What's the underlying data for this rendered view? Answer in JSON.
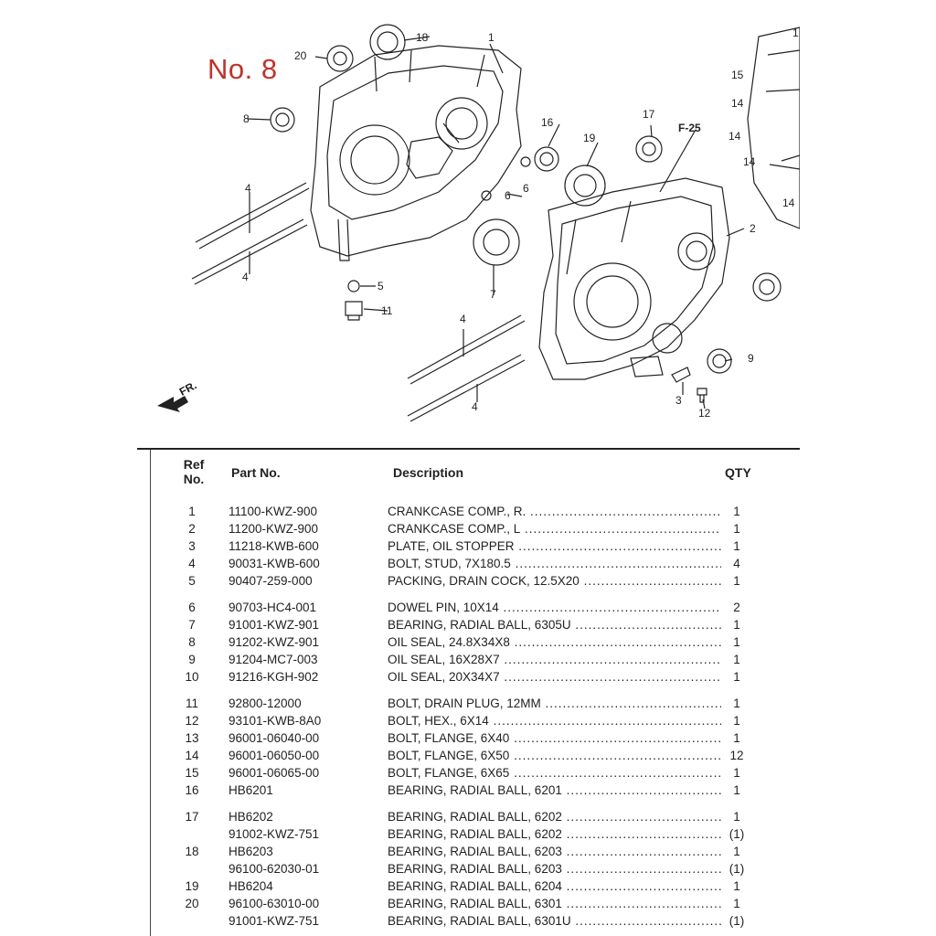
{
  "diagram": {
    "title": "No. 8",
    "arrow_label": "FR.",
    "ref_label": "F-25",
    "callouts": [
      "1",
      "2",
      "3",
      "4",
      "4",
      "4",
      "4",
      "5",
      "6",
      "6",
      "7",
      "8",
      "9",
      "11",
      "12",
      "14",
      "14",
      "14",
      "14",
      "15",
      "16",
      "17",
      "18",
      "19",
      "20",
      "1"
    ]
  },
  "table": {
    "headers": {
      "ref": "Ref No.",
      "part": "Part No.",
      "desc": "Description",
      "qty": "QTY"
    },
    "rows": [
      {
        "ref": "1",
        "part": "11100-KWZ-900",
        "desc": "CRANKCASE COMP., R.",
        "qty": "1"
      },
      {
        "ref": "2",
        "part": "11200-KWZ-900",
        "desc": "CRANKCASE COMP., L",
        "qty": "1"
      },
      {
        "ref": "3",
        "part": "11218-KWB-600",
        "desc": "PLATE, OIL STOPPER",
        "qty": "1"
      },
      {
        "ref": "4",
        "part": "90031-KWB-600",
        "desc": "BOLT, STUD, 7X180.5",
        "qty": "4"
      },
      {
        "ref": "5",
        "part": "90407-259-000",
        "desc": "PACKING, DRAIN COCK, 12.5X20",
        "qty": "1"
      },
      {
        "ref": "6",
        "part": "90703-HC4-001",
        "desc": "DOWEL PIN, 10X14",
        "qty": "2"
      },
      {
        "ref": "7",
        "part": "91001-KWZ-901",
        "desc": "BEARING, RADIAL BALL, 6305U",
        "qty": "1"
      },
      {
        "ref": "8",
        "part": "91202-KWZ-901",
        "desc": "OIL SEAL, 24.8X34X8",
        "qty": "1"
      },
      {
        "ref": "9",
        "part": "91204-MC7-003",
        "desc": "OIL SEAL, 16X28X7",
        "qty": "1"
      },
      {
        "ref": "10",
        "part": "91216-KGH-902",
        "desc": "OIL SEAL, 20X34X7",
        "qty": "1"
      },
      {
        "ref": "11",
        "part": "92800-12000",
        "desc": "BOLT, DRAIN PLUG, 12MM",
        "qty": "1"
      },
      {
        "ref": "12",
        "part": "93101-KWB-8A0",
        "desc": "BOLT, HEX., 6X14",
        "qty": "1"
      },
      {
        "ref": "13",
        "part": "96001-06040-00",
        "desc": "BOLT, FLANGE, 6X40",
        "qty": "1"
      },
      {
        "ref": "14",
        "part": "96001-06050-00",
        "desc": "BOLT, FLANGE, 6X50",
        "qty": "12"
      },
      {
        "ref": "15",
        "part": "96001-06065-00",
        "desc": "BOLT, FLANGE, 6X65",
        "qty": "1"
      },
      {
        "ref": "16",
        "part": "HB6201",
        "desc": "BEARING, RADIAL BALL, 6201",
        "qty": "1"
      },
      {
        "ref": "17",
        "part": "HB6202",
        "desc": "BEARING, RADIAL BALL, 6202",
        "qty": "1"
      },
      {
        "ref": "",
        "part": "91002-KWZ-751",
        "desc": "BEARING, RADIAL BALL, 6202",
        "qty": "(1)"
      },
      {
        "ref": "18",
        "part": "HB6203",
        "desc": "BEARING, RADIAL BALL, 6203",
        "qty": "1"
      },
      {
        "ref": "",
        "part": "96100-62030-01",
        "desc": "BEARING, RADIAL BALL, 6203",
        "qty": "(1)"
      },
      {
        "ref": "19",
        "part": "HB6204",
        "desc": "BEARING, RADIAL BALL, 6204",
        "qty": "1"
      },
      {
        "ref": "20",
        "part": "96100-63010-00",
        "desc": "BEARING, RADIAL BALL, 6301",
        "qty": "1"
      },
      {
        "ref": "",
        "part": "91001-KWZ-751",
        "desc": "BEARING, RADIAL BALL, 6301U",
        "qty": "(1)"
      }
    ]
  }
}
